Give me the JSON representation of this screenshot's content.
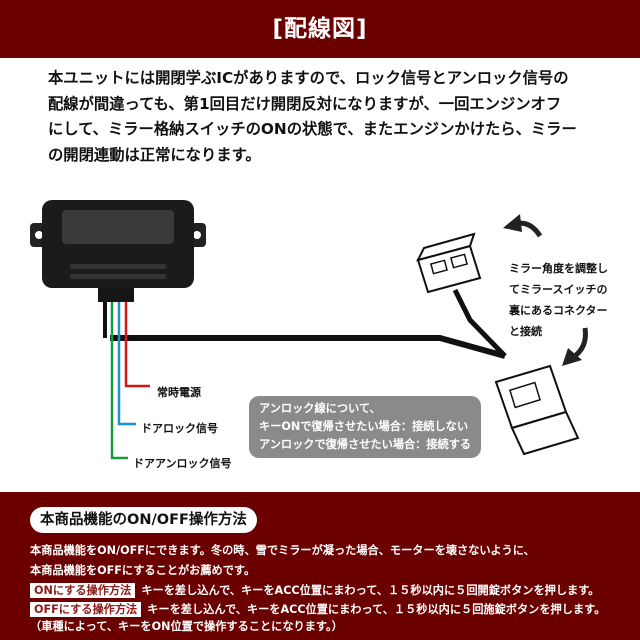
{
  "header": {
    "title": "[配線図]",
    "bg_color": "#6b0000"
  },
  "intro": {
    "lines": [
      "本ユニットには開閉学ぶICがありますので、ロック信号とアンロック信号の",
      "配線が間違っても、第1回目だけ開閉反対になりますが、一回エンジンオフ",
      "にして、ミラー格納スイッチのONの状態で、またエンジンかけたら、ミラー",
      "の開閉連動は正常になります。"
    ]
  },
  "diagram": {
    "wires": [
      {
        "label": "常時電源",
        "color": "#d01818"
      },
      {
        "label": "ドアロック信号",
        "color": "#1e8fd0"
      },
      {
        "label": "ドアアンロック信号",
        "color": "#1a9a3a"
      }
    ],
    "note": {
      "lines": [
        "アンロック線について、",
        "キーONで復帰させたい場合：接続しない",
        "アンロックで復帰させたい場合：接続する"
      ]
    },
    "side_note": {
      "lines": [
        "ミラー角度を調整し",
        "てミラースイッチの",
        "裏にあるコネクター",
        "と接続"
      ]
    }
  },
  "footer": {
    "title": "本商品機能のON/OFF操作方法",
    "line1": "本商品機能をON/OFFにできます。冬の時、雪でミラーが凝った場合、モーターを壊さないように、",
    "line2": "本商品機能をOFFにすることがお薦めです。",
    "on_chip": "ONにする操作方法",
    "on_text": "キーを差し込んで、キーをACC位置にまわって、１５秒以内に５回開錠ボタンを押します。",
    "off_chip": "OFFにする操作方法",
    "off_text": "キーを差し込んで、キーをACC位置にまわって、１５秒以内に５回施錠ボタンを押します。",
    "line5": "（車種によって、キーをON位置で操作することになります。）",
    "bg_color": "#6b0000"
  }
}
